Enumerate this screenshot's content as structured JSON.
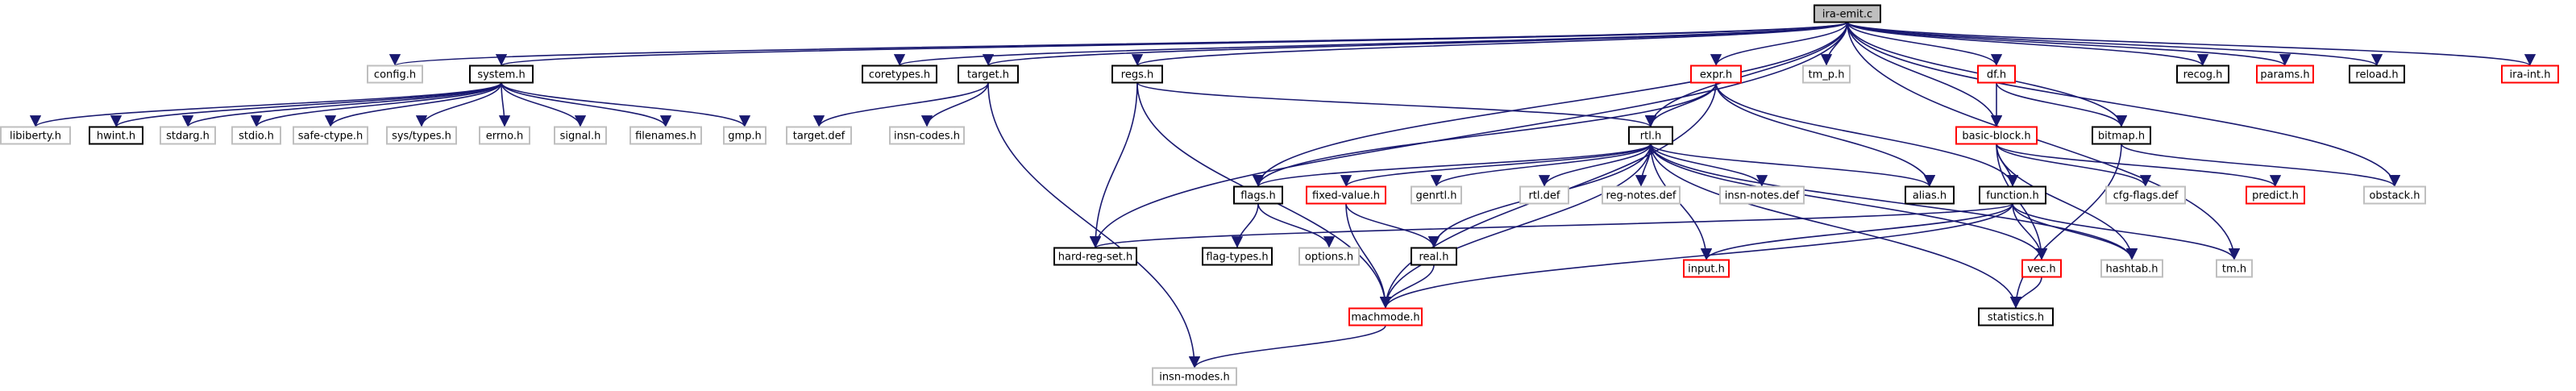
{
  "title": "ira-emit.c",
  "colors": {
    "edge": "#191970",
    "root_fill": "#bfbfbf",
    "root_stroke": "#000000",
    "plain_stroke": "#000000",
    "expandable_stroke": "#ff0000",
    "missing_stroke": "#bfbfbf",
    "text": "#000000"
  },
  "nodes": [
    {
      "id": "ira_emit_c",
      "label": "ira-emit.c",
      "kind": "root"
    },
    {
      "id": "config_h",
      "label": "config.h",
      "kind": "missing"
    },
    {
      "id": "system_h",
      "label": "system.h",
      "kind": "plain"
    },
    {
      "id": "coretypes_h",
      "label": "coretypes.h",
      "kind": "plain"
    },
    {
      "id": "target_h",
      "label": "target.h",
      "kind": "plain"
    },
    {
      "id": "regs_h",
      "label": "regs.h",
      "kind": "plain"
    },
    {
      "id": "expr_h",
      "label": "expr.h",
      "kind": "expandable"
    },
    {
      "id": "tm_p_h",
      "label": "tm_p.h",
      "kind": "missing"
    },
    {
      "id": "df_h",
      "label": "df.h",
      "kind": "expandable"
    },
    {
      "id": "recog_h",
      "label": "recog.h",
      "kind": "plain"
    },
    {
      "id": "params_h",
      "label": "params.h",
      "kind": "expandable"
    },
    {
      "id": "reload_h",
      "label": "reload.h",
      "kind": "plain"
    },
    {
      "id": "ira_int_h",
      "label": "ira-int.h",
      "kind": "expandable"
    },
    {
      "id": "libiberty_h",
      "label": "libiberty.h",
      "kind": "missing"
    },
    {
      "id": "hwint_h",
      "label": "hwint.h",
      "kind": "plain"
    },
    {
      "id": "stdarg_h",
      "label": "stdarg.h",
      "kind": "missing"
    },
    {
      "id": "stdio_h",
      "label": "stdio.h",
      "kind": "missing"
    },
    {
      "id": "safe_ctype_h",
      "label": "safe-ctype.h",
      "kind": "missing"
    },
    {
      "id": "sys_types_h",
      "label": "sys/types.h",
      "kind": "missing"
    },
    {
      "id": "errno_h",
      "label": "errno.h",
      "kind": "missing"
    },
    {
      "id": "signal_h",
      "label": "signal.h",
      "kind": "missing"
    },
    {
      "id": "filenames_h",
      "label": "filenames.h",
      "kind": "missing"
    },
    {
      "id": "gmp_h",
      "label": "gmp.h",
      "kind": "missing"
    },
    {
      "id": "target_def",
      "label": "target.def",
      "kind": "missing"
    },
    {
      "id": "insn_codes_h",
      "label": "insn-codes.h",
      "kind": "missing"
    },
    {
      "id": "rtl_h",
      "label": "rtl.h",
      "kind": "plain"
    },
    {
      "id": "basic_block_h",
      "label": "basic-block.h",
      "kind": "expandable"
    },
    {
      "id": "bitmap_h",
      "label": "bitmap.h",
      "kind": "plain"
    },
    {
      "id": "flags_h",
      "label": "flags.h",
      "kind": "plain"
    },
    {
      "id": "fixed_value_h",
      "label": "fixed-value.h",
      "kind": "expandable"
    },
    {
      "id": "genrtl_h",
      "label": "genrtl.h",
      "kind": "missing"
    },
    {
      "id": "rtl_def",
      "label": "rtl.def",
      "kind": "missing"
    },
    {
      "id": "reg_notes_def",
      "label": "reg-notes.def",
      "kind": "missing"
    },
    {
      "id": "insn_notes_def",
      "label": "insn-notes.def",
      "kind": "missing"
    },
    {
      "id": "alias_h",
      "label": "alias.h",
      "kind": "plain"
    },
    {
      "id": "function_h",
      "label": "function.h",
      "kind": "plain"
    },
    {
      "id": "cfg_flags_def",
      "label": "cfg-flags.def",
      "kind": "missing"
    },
    {
      "id": "predict_h",
      "label": "predict.h",
      "kind": "expandable"
    },
    {
      "id": "obstack_h",
      "label": "obstack.h",
      "kind": "missing"
    },
    {
      "id": "hard_reg_set_h",
      "label": "hard-reg-set.h",
      "kind": "plain"
    },
    {
      "id": "flag_types_h",
      "label": "flag-types.h",
      "kind": "plain"
    },
    {
      "id": "options_h",
      "label": "options.h",
      "kind": "missing"
    },
    {
      "id": "real_h",
      "label": "real.h",
      "kind": "plain"
    },
    {
      "id": "input_h",
      "label": "input.h",
      "kind": "expandable"
    },
    {
      "id": "vec_h",
      "label": "vec.h",
      "kind": "expandable"
    },
    {
      "id": "hashtab_h",
      "label": "hashtab.h",
      "kind": "missing"
    },
    {
      "id": "tm_h",
      "label": "tm.h",
      "kind": "missing"
    },
    {
      "id": "machmode_h",
      "label": "machmode.h",
      "kind": "expandable"
    },
    {
      "id": "statistics_h",
      "label": "statistics.h",
      "kind": "plain"
    },
    {
      "id": "insn_modes_h",
      "label": "insn-modes.h",
      "kind": "missing"
    }
  ],
  "edges": [
    [
      "ira_emit_c",
      "config_h"
    ],
    [
      "ira_emit_c",
      "system_h"
    ],
    [
      "ira_emit_c",
      "coretypes_h"
    ],
    [
      "ira_emit_c",
      "target_h"
    ],
    [
      "ira_emit_c",
      "regs_h"
    ],
    [
      "ira_emit_c",
      "expr_h"
    ],
    [
      "ira_emit_c",
      "tm_p_h"
    ],
    [
      "ira_emit_c",
      "df_h"
    ],
    [
      "ira_emit_c",
      "recog_h"
    ],
    [
      "ira_emit_c",
      "params_h"
    ],
    [
      "ira_emit_c",
      "reload_h"
    ],
    [
      "ira_emit_c",
      "ira_int_h"
    ],
    [
      "ira_emit_c",
      "rtl_h"
    ],
    [
      "ira_emit_c",
      "flags_h"
    ],
    [
      "ira_emit_c",
      "hard_reg_set_h"
    ],
    [
      "ira_emit_c",
      "basic_block_h"
    ],
    [
      "ira_emit_c",
      "bitmap_h"
    ],
    [
      "ira_emit_c",
      "obstack_h"
    ],
    [
      "ira_emit_c",
      "tm_h"
    ],
    [
      "system_h",
      "libiberty_h"
    ],
    [
      "system_h",
      "hwint_h"
    ],
    [
      "system_h",
      "stdarg_h"
    ],
    [
      "system_h",
      "stdio_h"
    ],
    [
      "system_h",
      "safe_ctype_h"
    ],
    [
      "system_h",
      "sys_types_h"
    ],
    [
      "system_h",
      "errno_h"
    ],
    [
      "system_h",
      "signal_h"
    ],
    [
      "system_h",
      "filenames_h"
    ],
    [
      "system_h",
      "gmp_h"
    ],
    [
      "target_h",
      "target_def"
    ],
    [
      "target_h",
      "insn_codes_h"
    ],
    [
      "target_h",
      "insn_modes_h"
    ],
    [
      "regs_h",
      "rtl_h"
    ],
    [
      "regs_h",
      "hard_reg_set_h"
    ],
    [
      "regs_h",
      "machmode_h"
    ],
    [
      "expr_h",
      "rtl_h"
    ],
    [
      "expr_h",
      "flags_h"
    ],
    [
      "expr_h",
      "alias_h"
    ],
    [
      "expr_h",
      "function_h"
    ],
    [
      "expr_h",
      "machmode_h"
    ],
    [
      "df_h",
      "basic_block_h"
    ],
    [
      "df_h",
      "bitmap_h"
    ],
    [
      "rtl_h",
      "flags_h"
    ],
    [
      "rtl_h",
      "fixed_value_h"
    ],
    [
      "rtl_h",
      "genrtl_h"
    ],
    [
      "rtl_h",
      "rtl_def"
    ],
    [
      "rtl_h",
      "reg_notes_def"
    ],
    [
      "rtl_h",
      "insn_notes_def"
    ],
    [
      "rtl_h",
      "alias_h"
    ],
    [
      "rtl_h",
      "hashtab_h"
    ],
    [
      "rtl_h",
      "real_h"
    ],
    [
      "rtl_h",
      "input_h"
    ],
    [
      "rtl_h",
      "vec_h"
    ],
    [
      "rtl_h",
      "machmode_h"
    ],
    [
      "rtl_h",
      "statistics_h"
    ],
    [
      "basic_block_h",
      "function_h"
    ],
    [
      "basic_block_h",
      "cfg_flags_def"
    ],
    [
      "basic_block_h",
      "predict_h"
    ],
    [
      "basic_block_h",
      "vec_h"
    ],
    [
      "basic_block_h",
      "hashtab_h"
    ],
    [
      "bitmap_h",
      "obstack_h"
    ],
    [
      "bitmap_h",
      "statistics_h"
    ],
    [
      "flags_h",
      "flag_types_h"
    ],
    [
      "flags_h",
      "options_h"
    ],
    [
      "fixed_value_h",
      "real_h"
    ],
    [
      "fixed_value_h",
      "machmode_h"
    ],
    [
      "real_h",
      "machmode_h"
    ],
    [
      "function_h",
      "hard_reg_set_h"
    ],
    [
      "function_h",
      "input_h"
    ],
    [
      "function_h",
      "vec_h"
    ],
    [
      "function_h",
      "hashtab_h"
    ],
    [
      "function_h",
      "tm_h"
    ],
    [
      "function_h",
      "machmode_h"
    ],
    [
      "vec_h",
      "statistics_h"
    ],
    [
      "machmode_h",
      "insn_modes_h"
    ]
  ]
}
